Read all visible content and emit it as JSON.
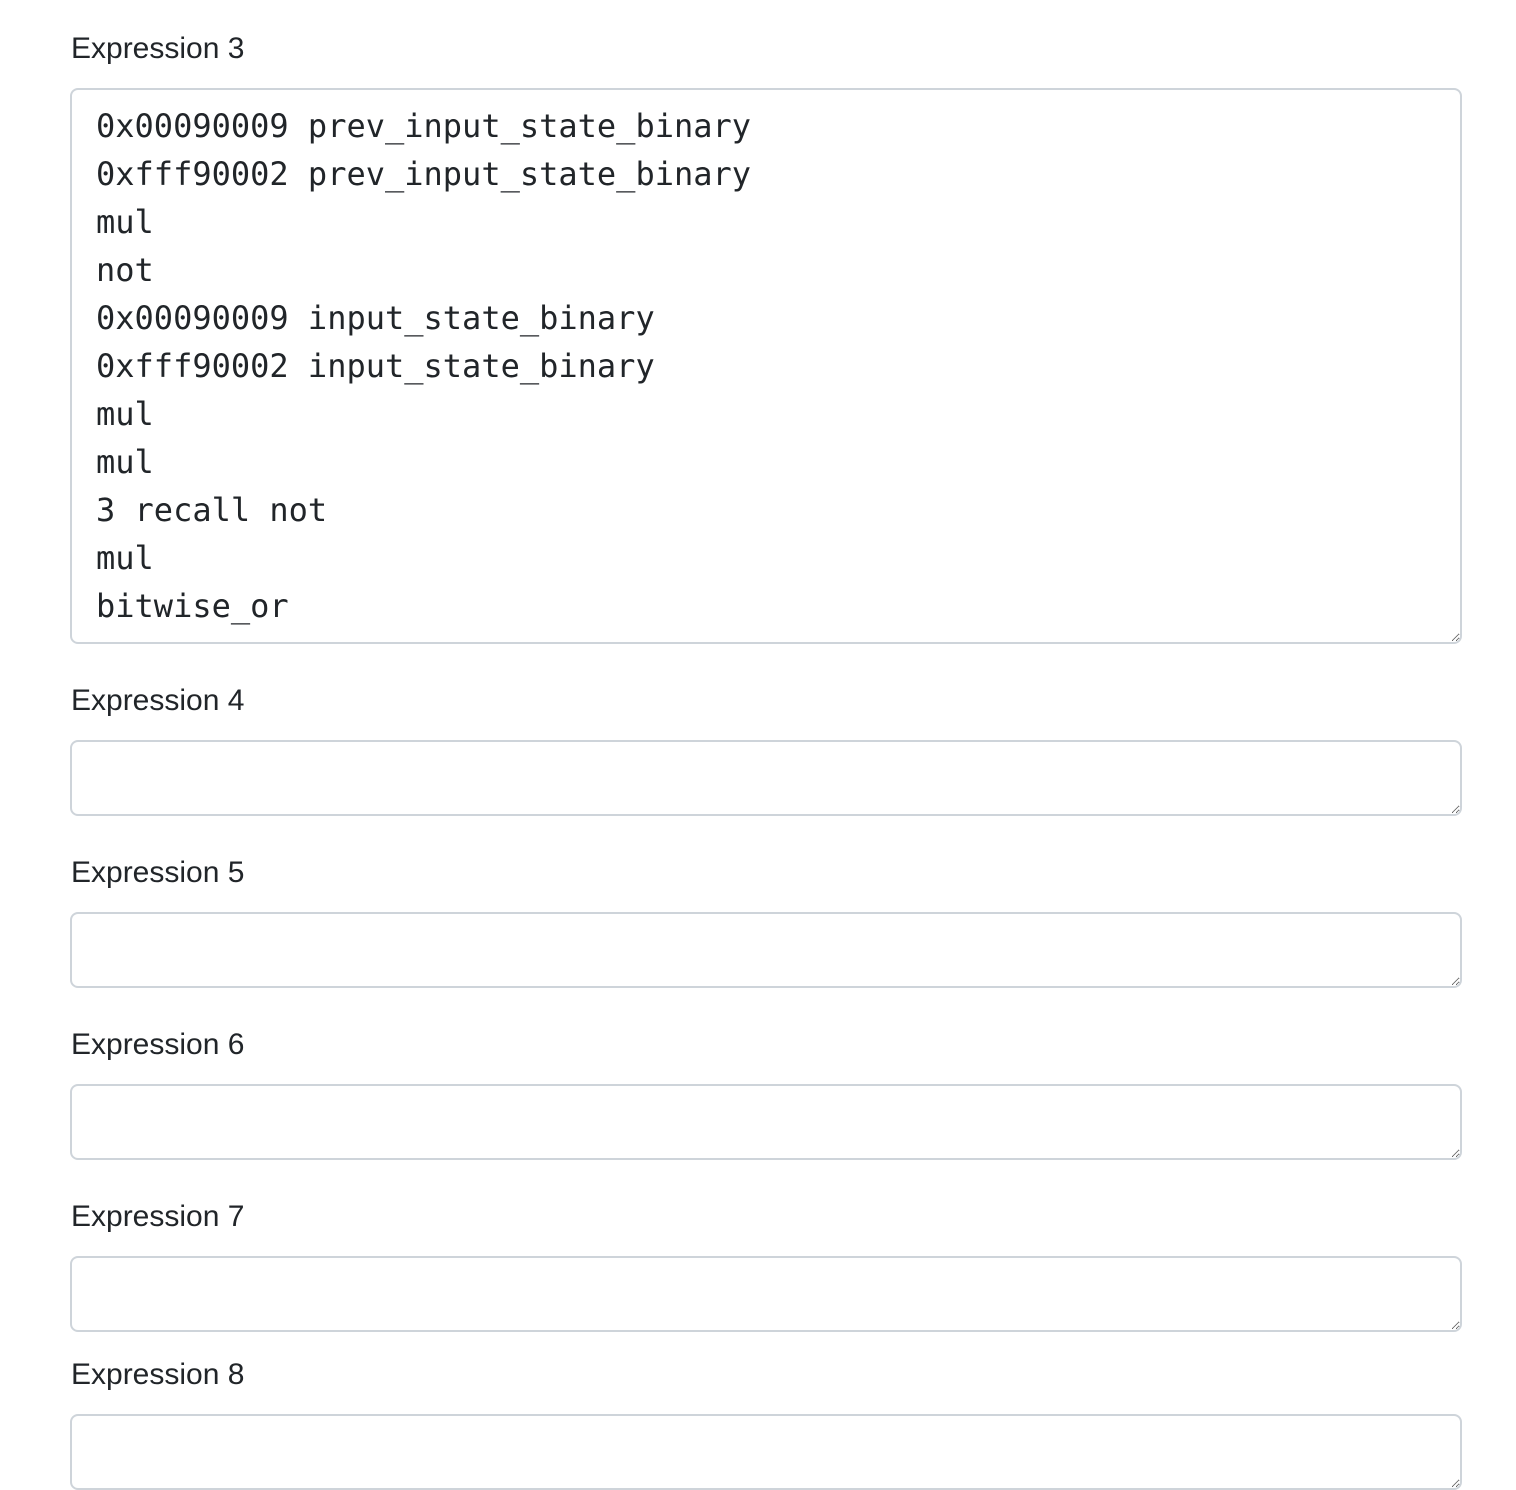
{
  "expressions": [
    {
      "label": "Expression 3",
      "value": "0x00090009 prev_input_state_binary\n0xfff90002 prev_input_state_binary\nmul\nnot\n0x00090009 input_state_binary\n0xfff90002 input_state_binary\nmul\nmul\n3 recall not\nmul\nbitwise_or"
    },
    {
      "label": "Expression 4",
      "value": ""
    },
    {
      "label": "Expression 5",
      "value": ""
    },
    {
      "label": "Expression 6",
      "value": ""
    },
    {
      "label": "Expression 7",
      "value": ""
    },
    {
      "label": "Expression 8",
      "value": ""
    }
  ]
}
